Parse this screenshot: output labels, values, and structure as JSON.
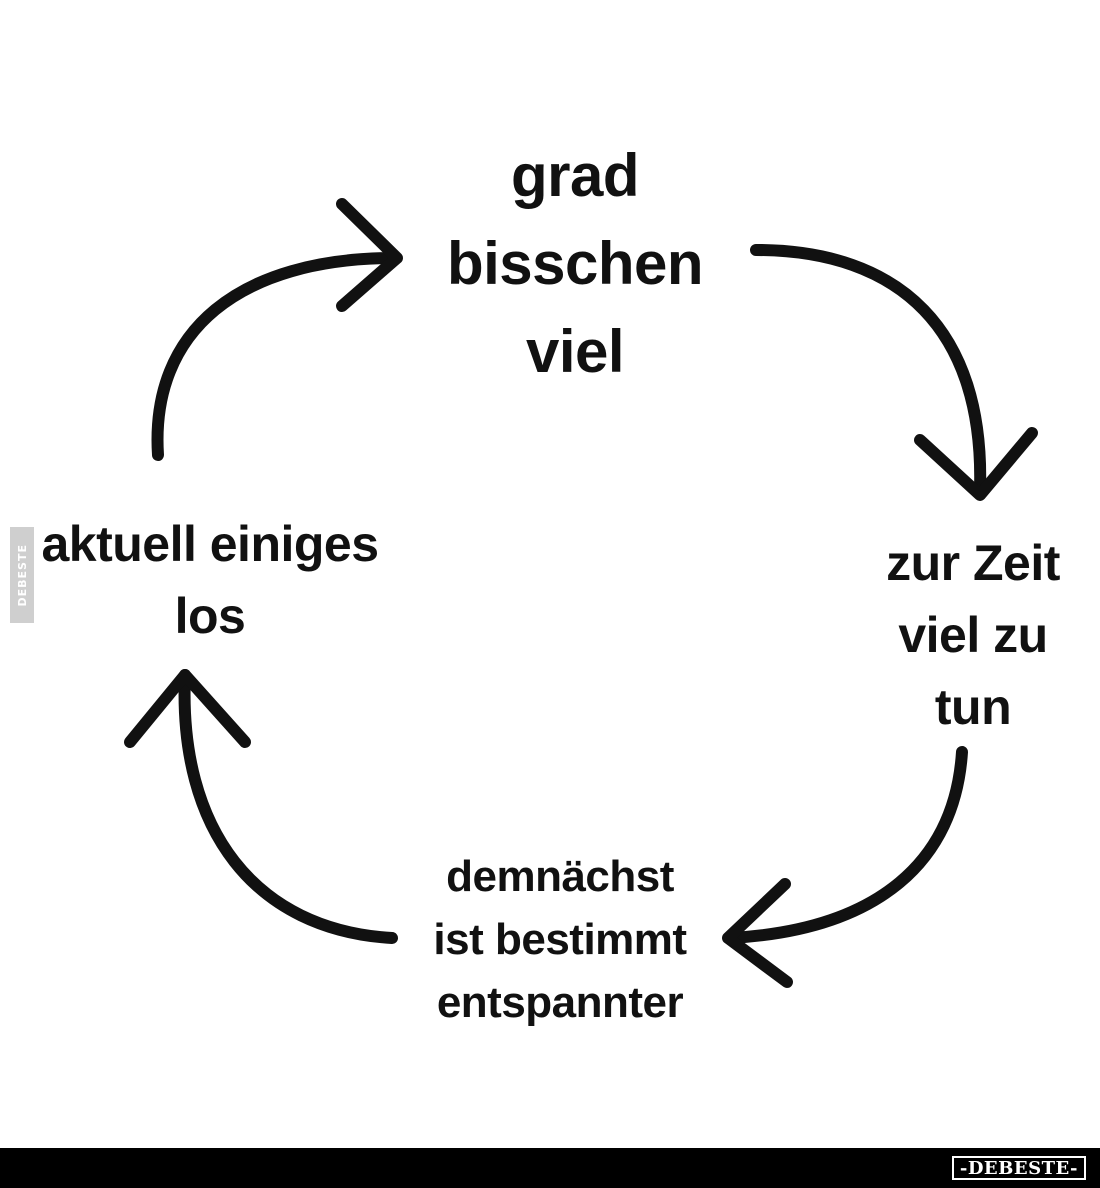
{
  "cycle": {
    "top": {
      "lines": [
        "grad",
        "bisschen",
        "viel"
      ]
    },
    "right": {
      "lines": [
        "zur Zeit",
        "viel zu",
        "tun"
      ]
    },
    "bottom": {
      "lines": [
        "demnächst",
        "ist bestimmt",
        "entspannter"
      ]
    },
    "left": {
      "lines": [
        "aktuell einiges",
        "los"
      ]
    }
  },
  "watermark": {
    "side": "DEBESTE",
    "footer": "-DEBESTE-"
  },
  "colors": {
    "ink": "#111111",
    "background": "#ffffff",
    "footer_bar": "#000000"
  }
}
